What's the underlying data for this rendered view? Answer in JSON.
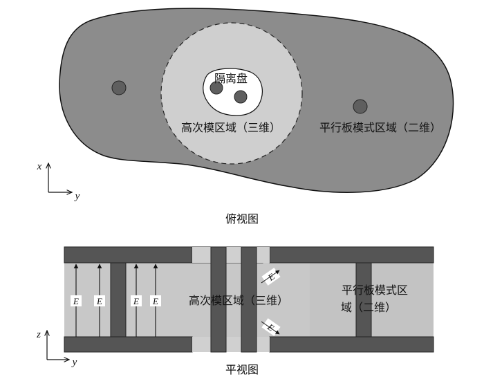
{
  "top_view": {
    "isolation_disk_label": "隔离盘",
    "high_order_region_label": "高次模区域（三维）",
    "parallel_plate_region_label": "平行板模式区域（二维）",
    "axis_vertical": "x",
    "axis_horizontal": "y",
    "caption": "俯视图"
  },
  "side_view": {
    "high_order_region_label": "高次模区域（三维）",
    "parallel_plate_region_line1": "平行板模式区",
    "parallel_plate_region_line2": "域（二维）",
    "field_symbol": "E",
    "field_arrow_symbol": "E",
    "axis_vertical": "z",
    "axis_horizontal": "y",
    "caption": "平视图"
  },
  "colors": {
    "board_dark": "#8c8c8c",
    "isolation_zone": "#cfcfcf",
    "via": "#5f5f5f",
    "plate": "#555555",
    "side_light": "#c8c8c8",
    "side_mid": "#b5b5b5"
  }
}
